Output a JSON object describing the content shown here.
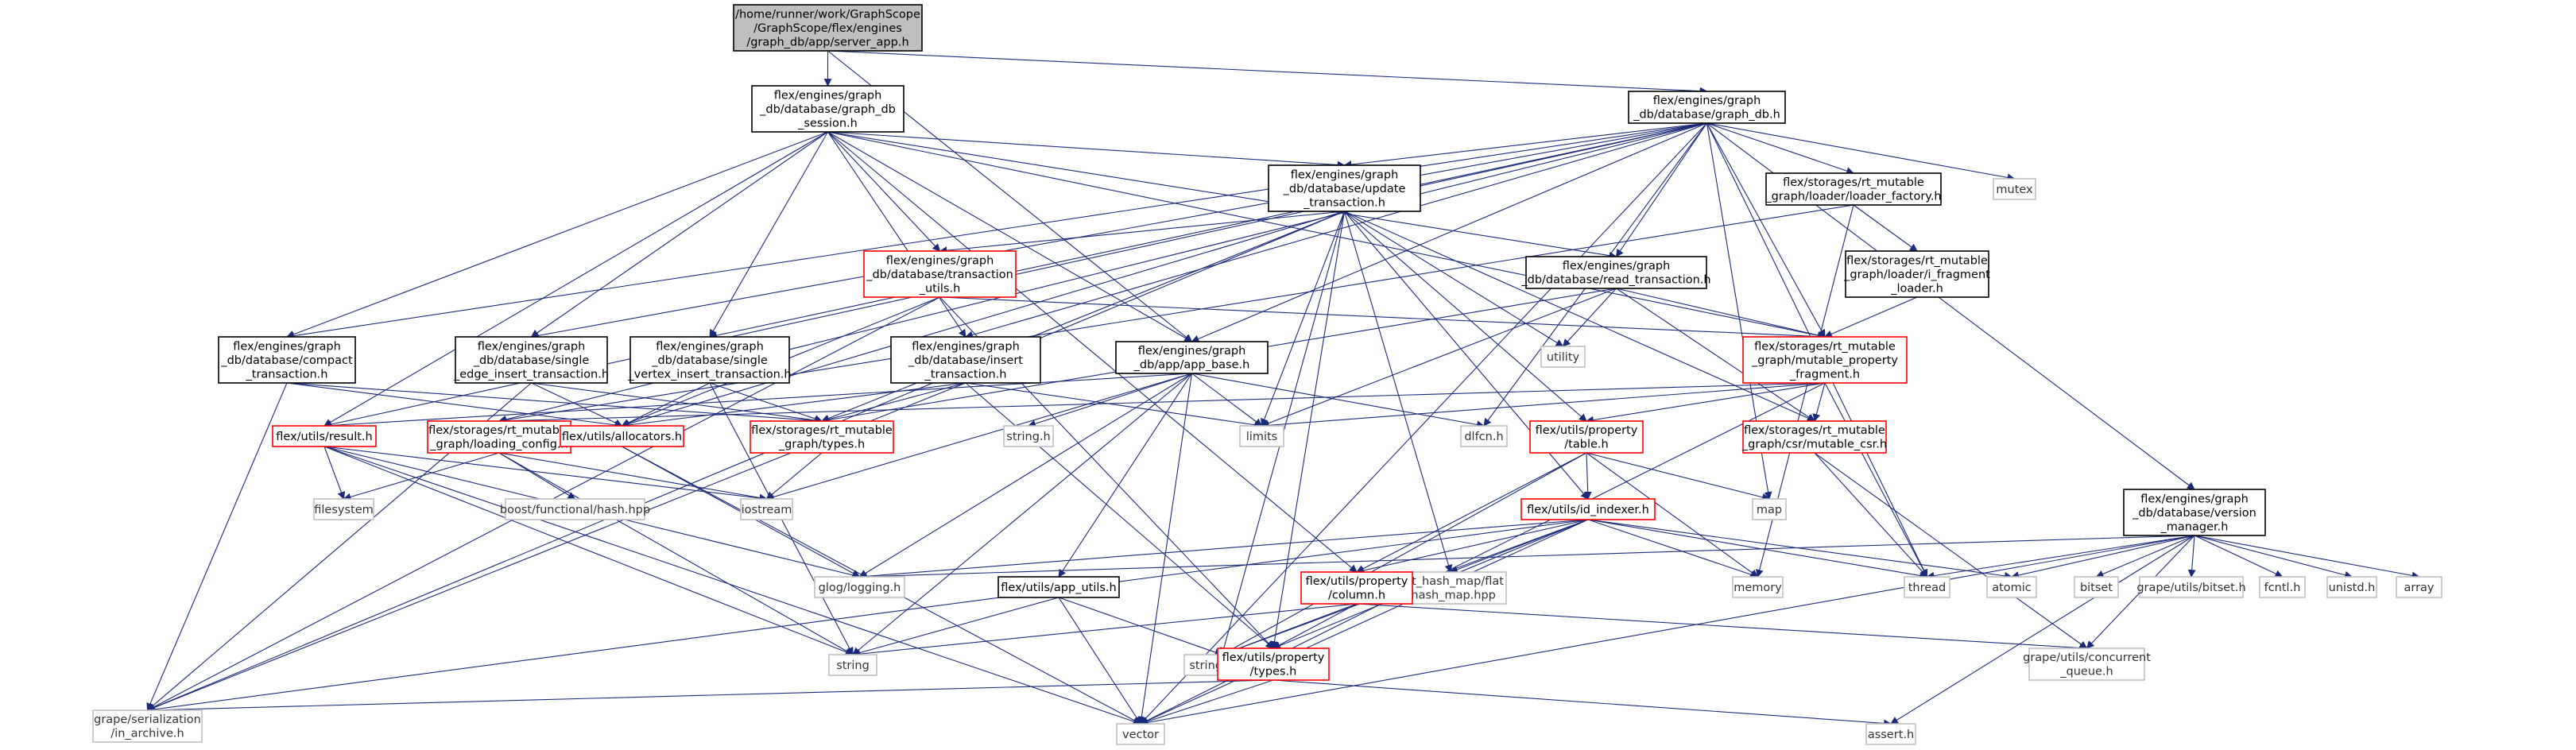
{
  "colors": {
    "normal_border": "#000000",
    "red_border": "#ff0000",
    "gray_border": "#bfbfbf",
    "root_fill": "#bfbfbf",
    "edge": "#1a2b7a"
  },
  "nodes": [
    {
      "id": "n_server_app",
      "style": "root",
      "lines": [
        "/home/runner/work/GraphScope",
        "/GraphScope/flex/engines",
        "/graph_db/app/server_app.h"
      ]
    },
    {
      "id": "n_graph_db_session",
      "style": "normal",
      "lines": [
        "flex/engines/graph",
        "_db/database/graph_db",
        "_session.h"
      ]
    },
    {
      "id": "n_graph_db",
      "style": "normal",
      "lines": [
        "flex/engines/graph",
        "_db/database/graph_db.h"
      ]
    },
    {
      "id": "n_update_transaction",
      "style": "normal",
      "lines": [
        "flex/engines/graph",
        "_db/database/update",
        "_transaction.h"
      ]
    },
    {
      "id": "n_loader_factory",
      "style": "normal",
      "lines": [
        "flex/storages/rt_mutable",
        "_graph/loader/loader_factory.h"
      ]
    },
    {
      "id": "n_mutex",
      "style": "gray",
      "lines": [
        "mutex"
      ]
    },
    {
      "id": "n_transaction_utils",
      "style": "red",
      "lines": [
        "flex/engines/graph",
        "_db/database/transaction",
        "_utils.h"
      ]
    },
    {
      "id": "n_fragment_loader",
      "style": "normal",
      "lines": [
        "flex/storages/rt_mutable",
        "_graph/loader/i_fragment",
        "_loader.h"
      ]
    },
    {
      "id": "n_read_transaction",
      "style": "normal",
      "lines": [
        "flex/engines/graph",
        "_db/database/read_transaction.h"
      ]
    },
    {
      "id": "n_compact_transaction",
      "style": "normal",
      "lines": [
        "flex/engines/graph",
        "_db/database/compact",
        "_transaction.h"
      ]
    },
    {
      "id": "n_single_edge_insert",
      "style": "normal",
      "lines": [
        "flex/engines/graph",
        "_db/database/single",
        "_edge_insert_transaction.h"
      ]
    },
    {
      "id": "n_single_vertex_insert",
      "style": "normal",
      "lines": [
        "flex/engines/graph",
        "_db/database/single",
        "_vertex_insert_transaction.h"
      ]
    },
    {
      "id": "n_insert_transaction",
      "style": "normal",
      "lines": [
        "flex/engines/graph",
        "_db/database/insert",
        "_transaction.h"
      ]
    },
    {
      "id": "n_app_base",
      "style": "normal",
      "lines": [
        "flex/engines/graph",
        "_db/app/app_base.h"
      ]
    },
    {
      "id": "n_utility",
      "style": "gray",
      "lines": [
        "utility"
      ]
    },
    {
      "id": "n_mutable_property_fragment",
      "style": "red",
      "lines": [
        "flex/storages/rt_mutable",
        "_graph/mutable_property",
        "_fragment.h"
      ]
    },
    {
      "id": "n_result",
      "style": "red",
      "lines": [
        "flex/utils/result.h"
      ]
    },
    {
      "id": "n_loading_config",
      "style": "red",
      "lines": [
        "flex/storages/rt_mutable",
        "_graph/loading_config.h"
      ]
    },
    {
      "id": "n_allocators",
      "style": "red",
      "lines": [
        "flex/utils/allocators.h"
      ]
    },
    {
      "id": "n_rt_types",
      "style": "red",
      "lines": [
        "flex/storages/rt_mutable",
        "_graph/types.h"
      ]
    },
    {
      "id": "n_string_h",
      "style": "gray",
      "lines": [
        "string.h"
      ]
    },
    {
      "id": "n_limits",
      "style": "gray",
      "lines": [
        "limits"
      ]
    },
    {
      "id": "n_dlfcn",
      "style": "gray",
      "lines": [
        "dlfcn.h"
      ]
    },
    {
      "id": "n_property_table",
      "style": "red",
      "lines": [
        "flex/utils/property",
        "/table.h"
      ]
    },
    {
      "id": "n_mutable_csr",
      "style": "red",
      "lines": [
        "flex/storages/rt_mutable",
        "_graph/csr/mutable_csr.h"
      ]
    },
    {
      "id": "n_map",
      "style": "gray",
      "lines": [
        "map"
      ]
    },
    {
      "id": "n_filesystem",
      "style": "gray",
      "lines": [
        "filesystem"
      ]
    },
    {
      "id": "n_boost_hash",
      "style": "gray",
      "lines": [
        "boost/functional/hash.hpp"
      ]
    },
    {
      "id": "n_iostream",
      "style": "gray",
      "lines": [
        "iostream"
      ]
    },
    {
      "id": "n_id_indexer",
      "style": "red",
      "lines": [
        "flex/utils/id_indexer.h"
      ]
    },
    {
      "id": "n_version_manager",
      "style": "normal",
      "lines": [
        "flex/engines/graph",
        "_db/database/version",
        "_manager.h"
      ]
    },
    {
      "id": "n_glog",
      "style": "gray",
      "lines": [
        "glog/logging.h"
      ]
    },
    {
      "id": "n_flat_hash_map",
      "style": "gray",
      "lines": [
        "flat_hash_map/flat",
        "_hash_map.hpp"
      ]
    },
    {
      "id": "n_memory",
      "style": "gray",
      "lines": [
        "memory"
      ]
    },
    {
      "id": "n_thread",
      "style": "gray",
      "lines": [
        "thread"
      ]
    },
    {
      "id": "n_atomic",
      "style": "gray",
      "lines": [
        "atomic"
      ]
    },
    {
      "id": "n_bitset",
      "style": "gray",
      "lines": [
        "bitset"
      ]
    },
    {
      "id": "n_grape_bitset",
      "style": "gray",
      "lines": [
        "grape/utils/bitset.h"
      ]
    },
    {
      "id": "n_fcntl",
      "style": "gray",
      "lines": [
        "fcntl.h"
      ]
    },
    {
      "id": "n_unistd",
      "style": "gray",
      "lines": [
        "unistd.h"
      ]
    },
    {
      "id": "n_array",
      "style": "gray",
      "lines": [
        "array"
      ]
    },
    {
      "id": "n_app_utils",
      "style": "normal",
      "lines": [
        "flex/utils/app_utils.h"
      ]
    },
    {
      "id": "n_property_column",
      "style": "red",
      "lines": [
        "flex/utils/property",
        "/column.h"
      ]
    },
    {
      "id": "n_string",
      "style": "gray",
      "lines": [
        "string"
      ]
    },
    {
      "id": "n_string_view",
      "style": "gray",
      "lines": [
        "string_view"
      ]
    },
    {
      "id": "n_property_types",
      "style": "red",
      "lines": [
        "flex/utils/property",
        "/types.h"
      ]
    },
    {
      "id": "n_concurrent_queue",
      "style": "gray",
      "lines": [
        "grape/utils/concurrent",
        "_queue.h"
      ]
    },
    {
      "id": "n_in_archive",
      "style": "gray",
      "lines": [
        "grape/serialization",
        "/in_archive.h"
      ]
    },
    {
      "id": "n_vector",
      "style": "gray",
      "lines": [
        "vector"
      ]
    },
    {
      "id": "n_assert",
      "style": "gray",
      "lines": [
        "assert.h"
      ]
    }
  ],
  "edges": [
    [
      "n_server_app",
      "n_graph_db_session"
    ],
    [
      "n_server_app",
      "n_graph_db"
    ],
    [
      "n_server_app",
      "n_app_base"
    ],
    [
      "n_graph_db_session",
      "n_update_transaction"
    ],
    [
      "n_graph_db_session",
      "n_transaction_utils"
    ],
    [
      "n_graph_db_session",
      "n_read_transaction"
    ],
    [
      "n_graph_db_session",
      "n_compact_transaction"
    ],
    [
      "n_graph_db_session",
      "n_single_edge_insert"
    ],
    [
      "n_graph_db_session",
      "n_single_vertex_insert"
    ],
    [
      "n_graph_db_session",
      "n_insert_transaction"
    ],
    [
      "n_graph_db_session",
      "n_app_base"
    ],
    [
      "n_graph_db_session",
      "n_result"
    ],
    [
      "n_graph_db_session",
      "n_mutable_property_fragment"
    ],
    [
      "n_graph_db_session",
      "n_property_column"
    ],
    [
      "n_graph_db",
      "n_update_transaction"
    ],
    [
      "n_graph_db",
      "n_loader_factory"
    ],
    [
      "n_graph_db",
      "n_mutex"
    ],
    [
      "n_graph_db",
      "n_read_transaction"
    ],
    [
      "n_graph_db",
      "n_mutable_property_fragment"
    ],
    [
      "n_graph_db",
      "n_version_manager"
    ],
    [
      "n_graph_db",
      "n_app_base"
    ],
    [
      "n_graph_db",
      "n_insert_transaction"
    ],
    [
      "n_graph_db",
      "n_single_edge_insert"
    ],
    [
      "n_graph_db",
      "n_single_vertex_insert"
    ],
    [
      "n_graph_db",
      "n_compact_transaction"
    ],
    [
      "n_graph_db",
      "n_loading_config"
    ],
    [
      "n_graph_db",
      "n_result"
    ],
    [
      "n_graph_db",
      "n_dlfcn"
    ],
    [
      "n_graph_db",
      "n_map"
    ],
    [
      "n_graph_db",
      "n_thread"
    ],
    [
      "n_graph_db",
      "n_vector"
    ],
    [
      "n_update_transaction",
      "n_transaction_utils"
    ],
    [
      "n_update_transaction",
      "n_utility"
    ],
    [
      "n_update_transaction",
      "n_limits"
    ],
    [
      "n_update_transaction",
      "n_property_table"
    ],
    [
      "n_update_transaction",
      "n_id_indexer"
    ],
    [
      "n_update_transaction",
      "n_mutable_csr"
    ],
    [
      "n_update_transaction",
      "n_flat_hash_map"
    ],
    [
      "n_update_transaction",
      "n_allocators"
    ],
    [
      "n_update_transaction",
      "n_rt_types"
    ],
    [
      "n_update_transaction",
      "n_in_archive"
    ],
    [
      "n_update_transaction",
      "n_property_types"
    ],
    [
      "n_update_transaction",
      "n_string_view"
    ],
    [
      "n_loader_factory",
      "n_fragment_loader"
    ],
    [
      "n_loader_factory",
      "n_loading_config"
    ],
    [
      "n_loader_factory",
      "n_memory"
    ],
    [
      "n_fragment_loader",
      "n_mutable_property_fragment"
    ],
    [
      "n_transaction_utils",
      "n_mutable_property_fragment"
    ],
    [
      "n_transaction_utils",
      "n_allocators"
    ],
    [
      "n_transaction_utils",
      "n_in_archive"
    ],
    [
      "n_transaction_utils",
      "n_property_types"
    ],
    [
      "n_read_transaction",
      "n_mutable_property_fragment"
    ],
    [
      "n_read_transaction",
      "n_mutable_csr"
    ],
    [
      "n_read_transaction",
      "n_utility"
    ],
    [
      "n_read_transaction",
      "n_limits"
    ],
    [
      "n_read_transaction",
      "n_rt_types"
    ],
    [
      "n_compact_transaction",
      "n_rt_types"
    ],
    [
      "n_compact_transaction",
      "n_in_archive"
    ],
    [
      "n_compact_transaction",
      "n_allocators"
    ],
    [
      "n_single_edge_insert",
      "n_allocators"
    ],
    [
      "n_single_edge_insert",
      "n_rt_types"
    ],
    [
      "n_single_edge_insert",
      "n_in_archive"
    ],
    [
      "n_single_vertex_insert",
      "n_allocators"
    ],
    [
      "n_single_vertex_insert",
      "n_rt_types"
    ],
    [
      "n_single_vertex_insert",
      "n_string"
    ],
    [
      "n_insert_transaction",
      "n_allocators"
    ],
    [
      "n_insert_transaction",
      "n_rt_types"
    ],
    [
      "n_insert_transaction",
      "n_limits"
    ],
    [
      "n_insert_transaction",
      "n_property_types"
    ],
    [
      "n_insert_transaction",
      "n_in_archive"
    ],
    [
      "n_app_base",
      "n_string_h"
    ],
    [
      "n_app_base",
      "n_limits"
    ],
    [
      "n_app_base",
      "n_dlfcn"
    ],
    [
      "n_app_base",
      "n_iostream"
    ],
    [
      "n_app_base",
      "n_app_utils"
    ],
    [
      "n_app_base",
      "n_glog"
    ],
    [
      "n_app_base",
      "n_string"
    ],
    [
      "n_app_base",
      "n_vector"
    ],
    [
      "n_app_base",
      "n_result"
    ],
    [
      "n_mutable_property_fragment",
      "n_property_table"
    ],
    [
      "n_mutable_property_fragment",
      "n_mutable_csr"
    ],
    [
      "n_mutable_property_fragment",
      "n_limits"
    ],
    [
      "n_mutable_property_fragment",
      "n_thread"
    ],
    [
      "n_mutable_property_fragment",
      "n_vector"
    ],
    [
      "n_mutable_property_fragment",
      "n_loading_config"
    ],
    [
      "n_result",
      "n_filesystem"
    ],
    [
      "n_result",
      "n_iostream"
    ],
    [
      "n_result",
      "n_glog"
    ],
    [
      "n_result",
      "n_string"
    ],
    [
      "n_result",
      "n_vector"
    ],
    [
      "n_loading_config",
      "n_filesystem"
    ],
    [
      "n_loading_config",
      "n_boost_hash"
    ],
    [
      "n_loading_config",
      "n_iostream"
    ],
    [
      "n_loading_config",
      "n_string"
    ],
    [
      "n_allocators",
      "n_vector"
    ],
    [
      "n_allocators",
      "n_glog"
    ],
    [
      "n_rt_types",
      "n_iostream"
    ],
    [
      "n_property_table",
      "n_map"
    ],
    [
      "n_property_table",
      "n_id_indexer"
    ],
    [
      "n_property_table",
      "n_property_column"
    ],
    [
      "n_property_table",
      "n_memory"
    ],
    [
      "n_property_table",
      "n_string_view"
    ],
    [
      "n_mutable_csr",
      "n_thread"
    ],
    [
      "n_mutable_csr",
      "n_concurrent_queue"
    ],
    [
      "n_id_indexer",
      "n_glog"
    ],
    [
      "n_id_indexer",
      "n_flat_hash_map"
    ],
    [
      "n_id_indexer",
      "n_memory"
    ],
    [
      "n_id_indexer",
      "n_thread"
    ],
    [
      "n_id_indexer",
      "n_atomic"
    ],
    [
      "n_id_indexer",
      "n_property_column"
    ],
    [
      "n_id_indexer",
      "n_string_view"
    ],
    [
      "n_id_indexer",
      "n_property_types"
    ],
    [
      "n_id_indexer",
      "n_in_archive"
    ],
    [
      "n_id_indexer",
      "n_vector"
    ],
    [
      "n_version_manager",
      "n_glog"
    ],
    [
      "n_version_manager",
      "n_thread"
    ],
    [
      "n_version_manager",
      "n_atomic"
    ],
    [
      "n_version_manager",
      "n_bitset"
    ],
    [
      "n_version_manager",
      "n_grape_bitset"
    ],
    [
      "n_version_manager",
      "n_fcntl"
    ],
    [
      "n_version_manager",
      "n_unistd"
    ],
    [
      "n_version_manager",
      "n_array"
    ],
    [
      "n_version_manager",
      "n_concurrent_queue"
    ],
    [
      "n_version_manager",
      "n_assert"
    ],
    [
      "n_version_manager",
      "n_vector"
    ],
    [
      "n_app_utils",
      "n_string"
    ],
    [
      "n_app_utils",
      "n_string_view"
    ],
    [
      "n_app_utils",
      "n_vector"
    ],
    [
      "n_property_column",
      "n_string"
    ],
    [
      "n_property_column",
      "n_string_view"
    ],
    [
      "n_property_column",
      "n_property_types"
    ],
    [
      "n_property_column",
      "n_concurrent_queue"
    ],
    [
      "n_property_types",
      "n_in_archive"
    ],
    [
      "n_property_types",
      "n_assert"
    ],
    [
      "n_property_types",
      "n_vector"
    ]
  ]
}
